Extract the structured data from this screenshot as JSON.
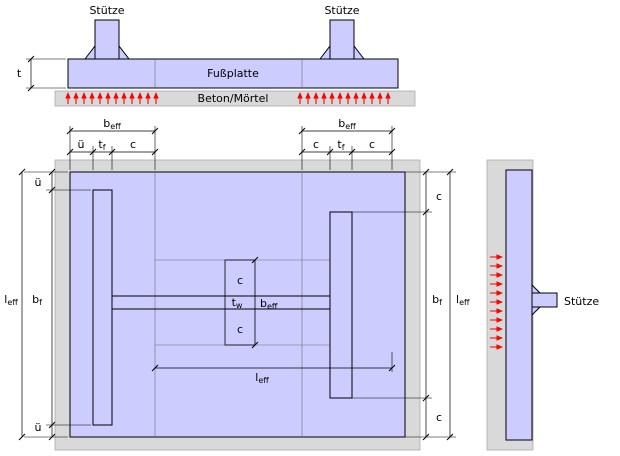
{
  "colors": {
    "steel_fill": "#ccccff",
    "concrete_fill": "#d9d9d9",
    "load_arrow": "#ff0000",
    "outline": "#000000"
  },
  "elevation": {
    "column_left_label": "Stütze",
    "column_right_label": "Stütze",
    "plate_label": "Fußplatte",
    "mortar_label": "Beton/Mörtel",
    "plate_thickness": "t"
  },
  "plan": {
    "top_dims": {
      "b_eff_left": {
        "base": "b",
        "sub": "eff"
      },
      "ue_left": "ü",
      "t_f_left": {
        "base": "t",
        "sub": "f"
      },
      "c_left": "c",
      "b_eff_right": {
        "base": "b",
        "sub": "eff"
      },
      "c_right_inner": "c",
      "t_f_right": {
        "base": "t",
        "sub": "f"
      },
      "c_right_outer": "c"
    },
    "left_dims": {
      "l_eff": {
        "base": "l",
        "sub": "eff"
      },
      "ue_top": "ü",
      "b_f": {
        "base": "b",
        "sub": "f"
      },
      "ue_bottom": "ü"
    },
    "right_dims": {
      "c_top": "c",
      "b_f": {
        "base": "b",
        "sub": "f"
      },
      "l_eff": {
        "base": "l",
        "sub": "eff"
      },
      "c_bottom": "c"
    },
    "center_detail": {
      "c_top": "c",
      "t_w": {
        "base": "t",
        "sub": "w"
      },
      "c_bottom": "c",
      "b_eff": {
        "base": "b",
        "sub": "eff"
      }
    },
    "bottom_dim": {
      "l_eff": {
        "base": "l",
        "sub": "eff"
      }
    }
  },
  "side": {
    "column_label": "Stütze"
  }
}
